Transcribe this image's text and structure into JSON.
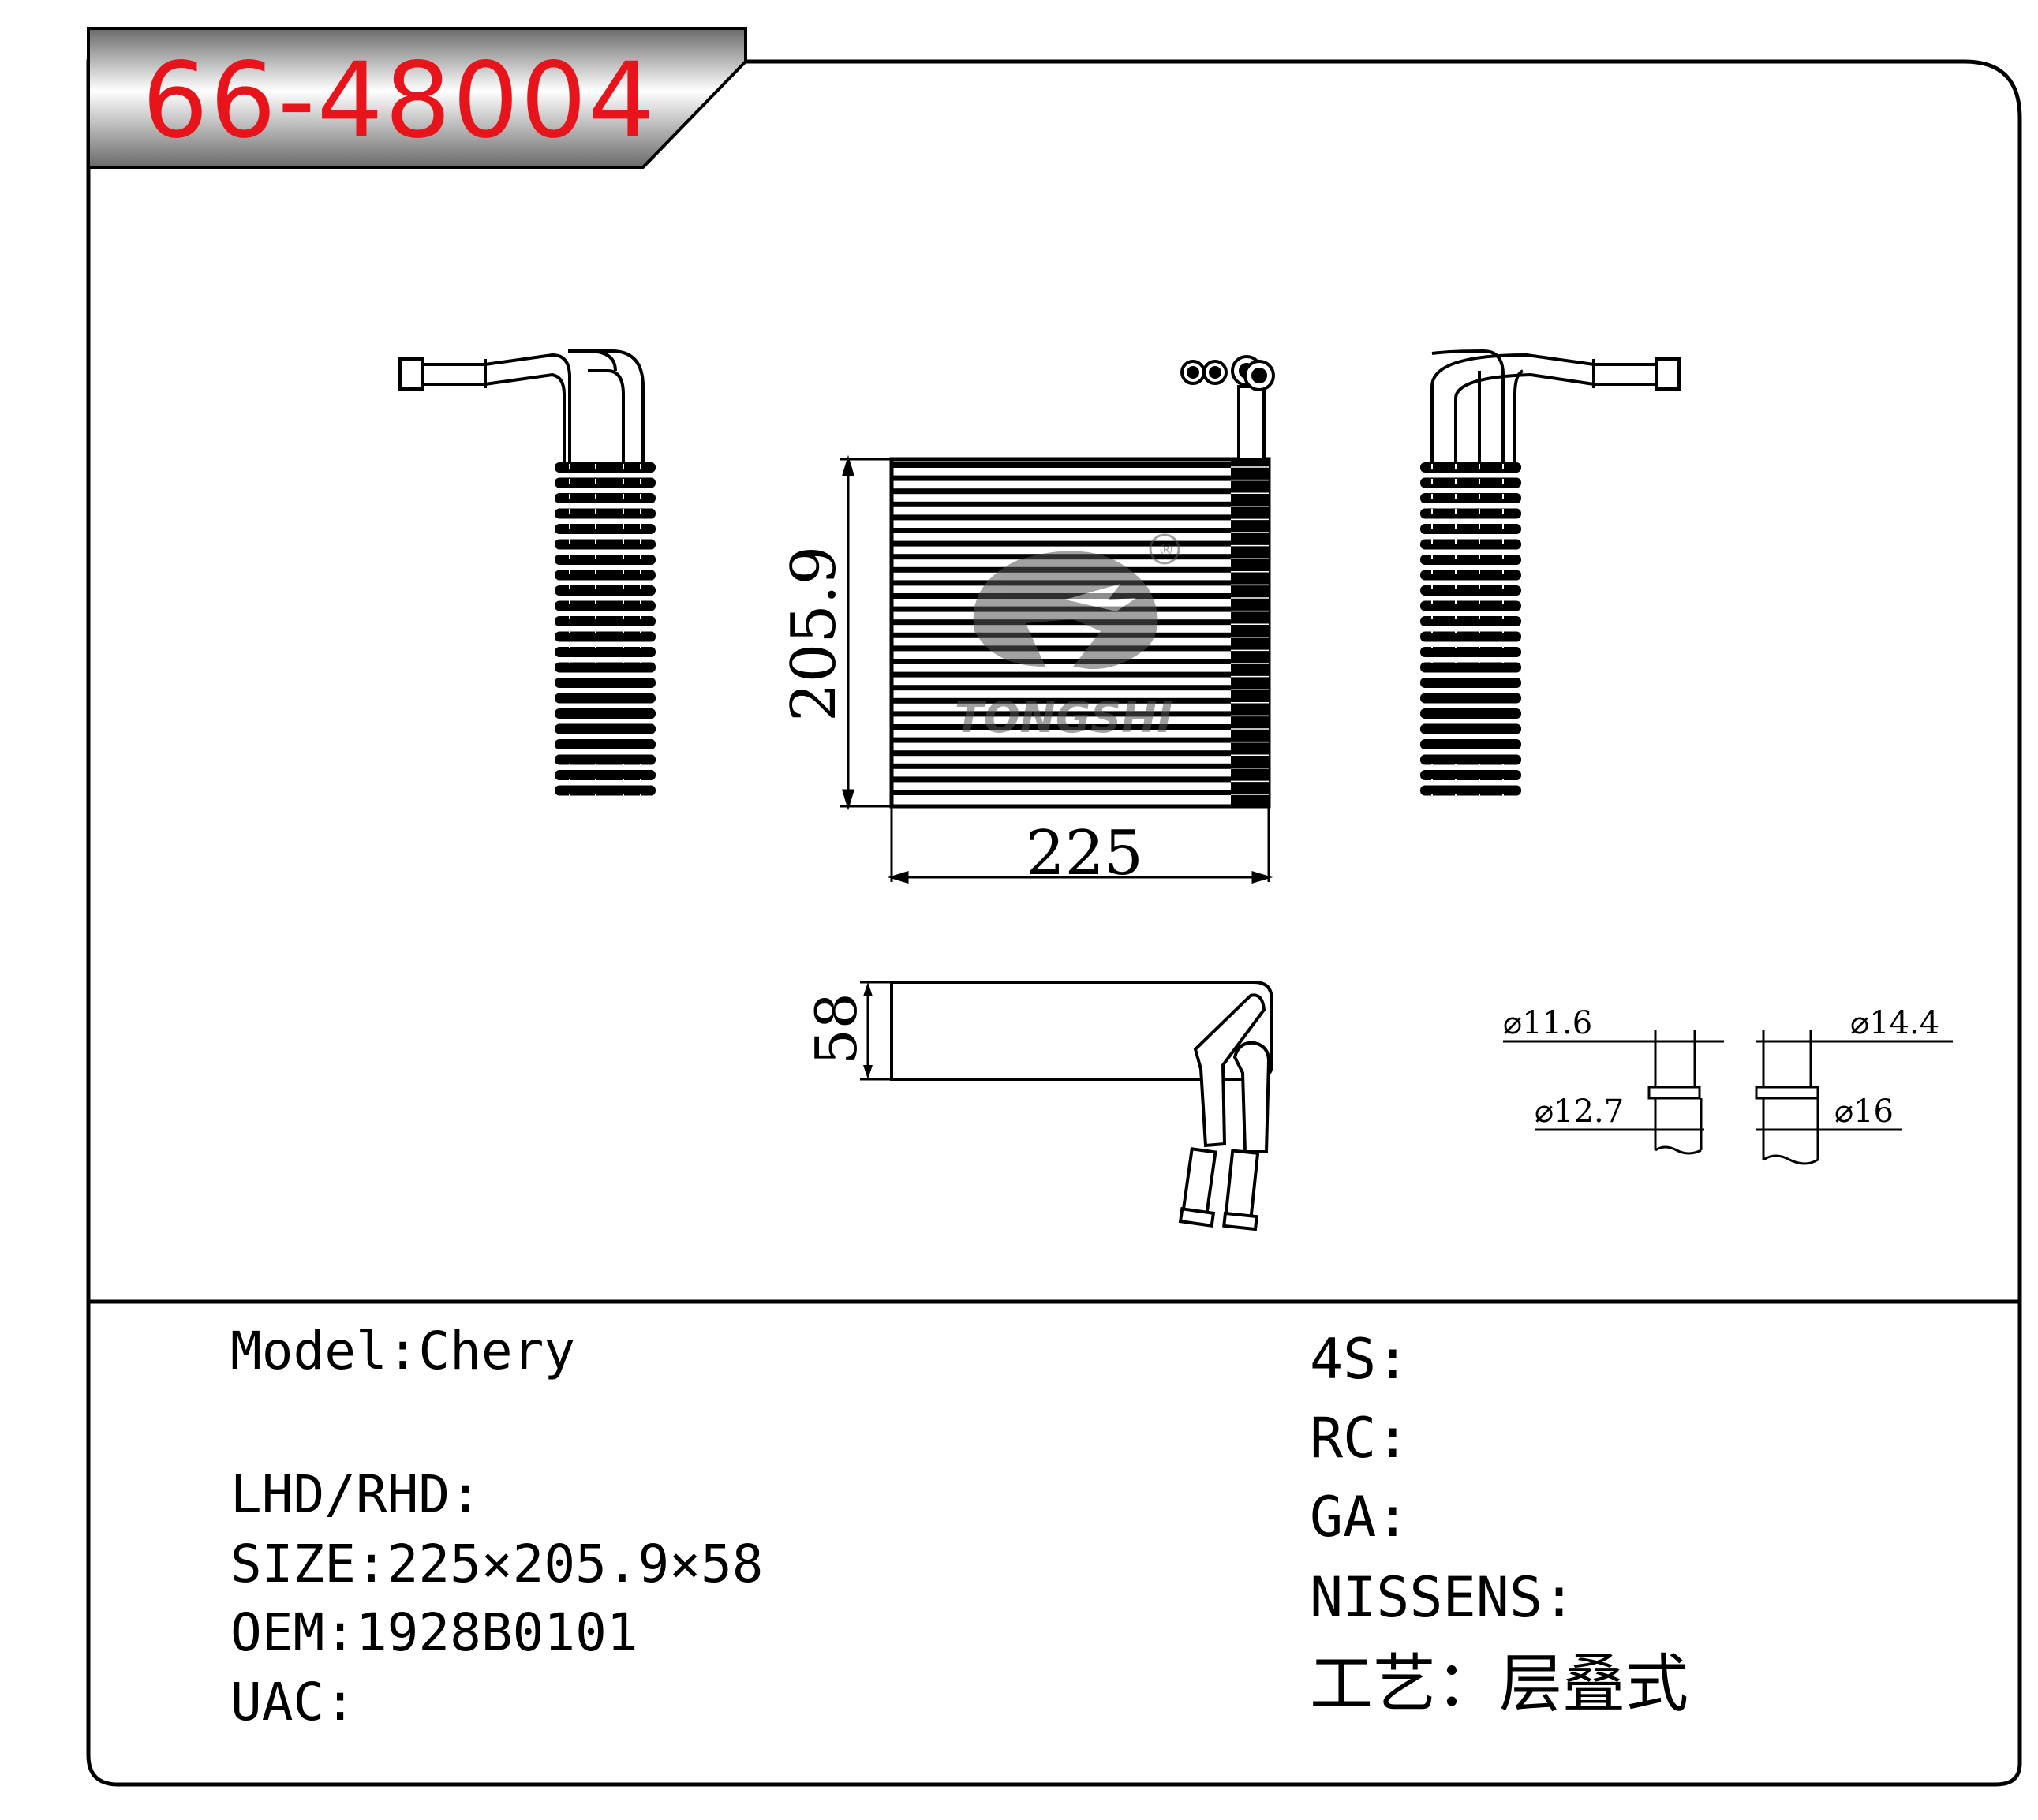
{
  "header": {
    "part_number": "66-48004"
  },
  "drawing": {
    "logo_text": "TONGSHI",
    "registered_mark": "®",
    "dimensions": {
      "height": "205.9",
      "width": "225",
      "depth": "58"
    },
    "pipe_diameters": {
      "d1": "⌀11.6",
      "d2": "⌀12.7",
      "d3": "⌀14.4",
      "d4": "⌀16"
    }
  },
  "specs_left": {
    "model": "Model:Chery",
    "drive": "LHD/RHD:",
    "size": "SIZE:225×205.9×58",
    "oem": "OEM:1928B0101",
    "uac": "UAC:"
  },
  "specs_right": {
    "four_s": "4S:",
    "rc": "RC:",
    "ga": "GA:",
    "nissens": "NISSENS:",
    "process": "工艺：层叠式"
  },
  "colors": {
    "part_number": "#e8141b",
    "header_band": "#555555",
    "line": "#000000"
  }
}
